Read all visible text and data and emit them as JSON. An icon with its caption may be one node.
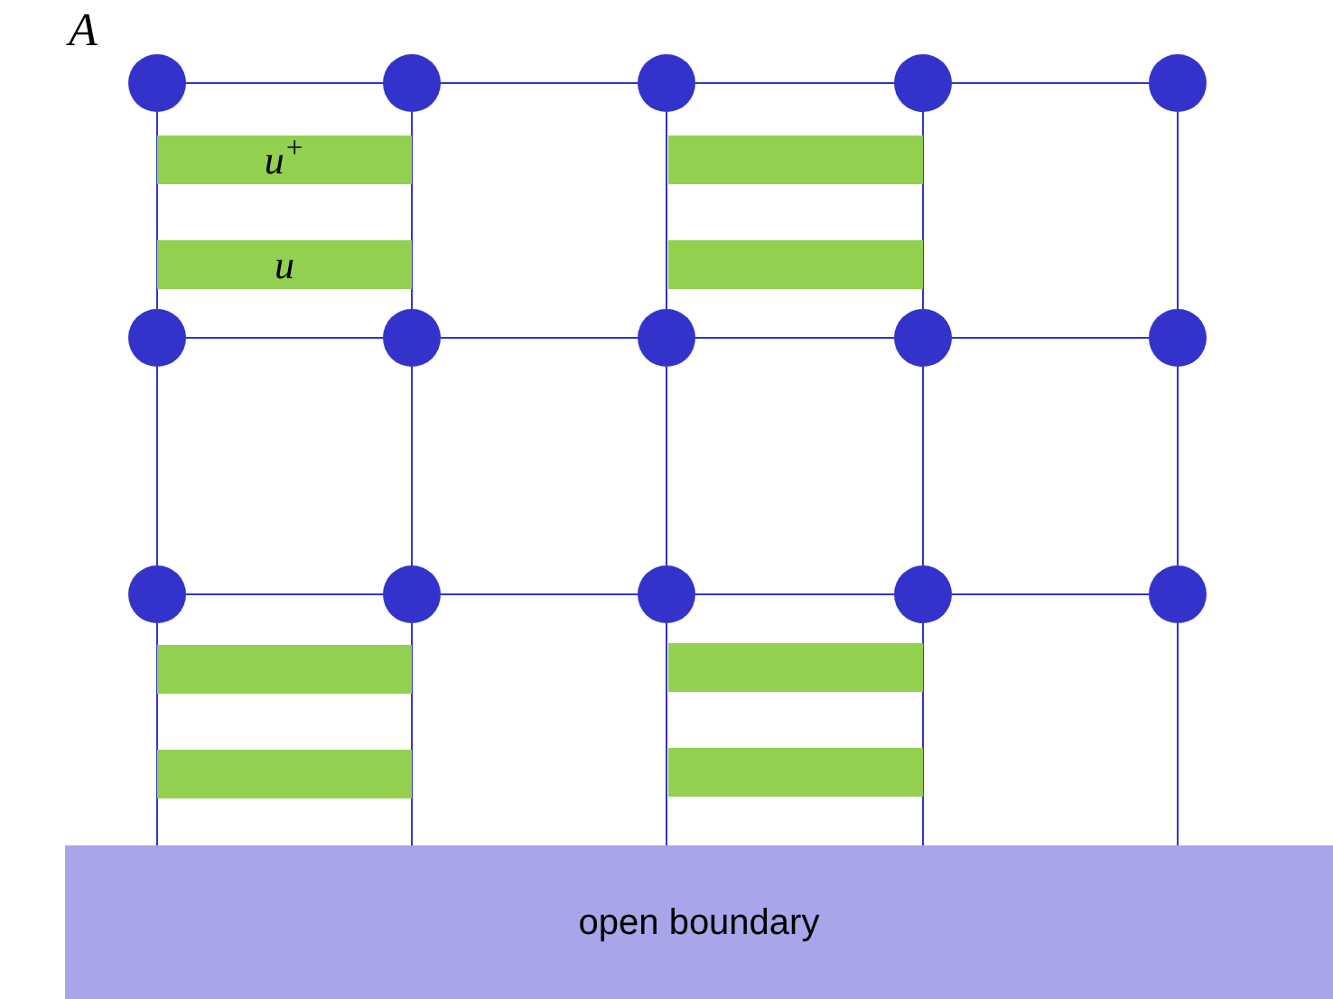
{
  "diagram": {
    "nodes": [
      {
        "text": [],
        "shape": "circle"
      },
      {
        "text": [],
        "shape": "circle"
      },
      {
        "text": [],
        "shape": "circle"
      },
      {
        "text": [],
        "shape": "circle"
      },
      {
        "text": [],
        "shape": "circle"
      },
      {
        "text": [
          "u$^{+}$"
        ]
      },
      {
        "text": [],
        "shape": "bar"
      },
      {
        "text": [
          "u"
        ]
      },
      {
        "text": [],
        "shape": "bar"
      },
      {
        "text": [],
        "shape": "circle"
      },
      {
        "text": [],
        "shape": "circle"
      },
      {
        "text": [],
        "shape": "circle"
      },
      {
        "text": [],
        "shape": "circle"
      },
      {
        "text": [],
        "shape": "circle"
      },
      {
        "text": [],
        "shape": "circle"
      },
      {
        "text": [],
        "shape": "circle"
      },
      {
        "text": [],
        "shape": "circle"
      },
      {
        "text": [],
        "shape": "circle"
      },
      {
        "text": [],
        "shape": "circle"
      },
      {
        "text": [],
        "shape": "bar"
      },
      {
        "text": [],
        "shape": "bar"
      },
      {
        "text": [],
        "shape": "bar"
      },
      {
        "text": [],
        "shape": "bar"
      },
      {
        "text": [
          "open boundary"
        ]
      }
    ],
    "edges": [
      {
        "from": 0,
        "to": 1,
        "arrow": "none"
      },
      {
        "from": 1,
        "to": 2,
        "arrow": "none"
      },
      {
        "from": 2,
        "to": 3,
        "arrow": "none"
      },
      {
        "from": 3,
        "to": 4,
        "arrow": "none"
      },
      {
        "from": 0,
        "to": 9,
        "arrow": "none"
      },
      {
        "from": 1,
        "to": 10,
        "arrow": "none"
      },
      {
        "from": 2,
        "to": 11,
        "arrow": "none"
      },
      {
        "from": 3,
        "to": 12,
        "arrow": "none"
      },
      {
        "from": 4,
        "to": 13,
        "arrow": "none"
      },
      {
        "from": 9,
        "to": 10,
        "arrow": "none"
      },
      {
        "from": 10,
        "to": 11,
        "arrow": "none"
      },
      {
        "from": 11,
        "to": 12,
        "arrow": "none"
      },
      {
        "from": 12,
        "to": 13,
        "arrow": "none"
      },
      {
        "from": 9,
        "to": 14,
        "arrow": "none"
      },
      {
        "from": 10,
        "to": 15,
        "arrow": "none"
      },
      {
        "from": 11,
        "to": 16,
        "arrow": "none"
      },
      {
        "from": 12,
        "to": 17,
        "arrow": "none"
      },
      {
        "from": 13,
        "to": 18,
        "arrow": "none"
      },
      {
        "from": 14,
        "to": 15,
        "arrow": "none"
      },
      {
        "from": 15,
        "to": 16,
        "arrow": "none"
      },
      {
        "from": 16,
        "to": 17,
        "arrow": "none"
      },
      {
        "from": 17,
        "to": 18,
        "arrow": "none"
      },
      {
        "from": 14,
        "to": 23,
        "arrow": "none"
      },
      {
        "from": 15,
        "to": 23,
        "arrow": "none"
      },
      {
        "from": 16,
        "to": 23,
        "arrow": "none"
      },
      {
        "from": 17,
        "to": 23,
        "arrow": "none"
      },
      {
        "from": 18,
        "to": 23,
        "arrow": "none"
      }
    ],
    "labels": [
      "A"
    ]
  }
}
